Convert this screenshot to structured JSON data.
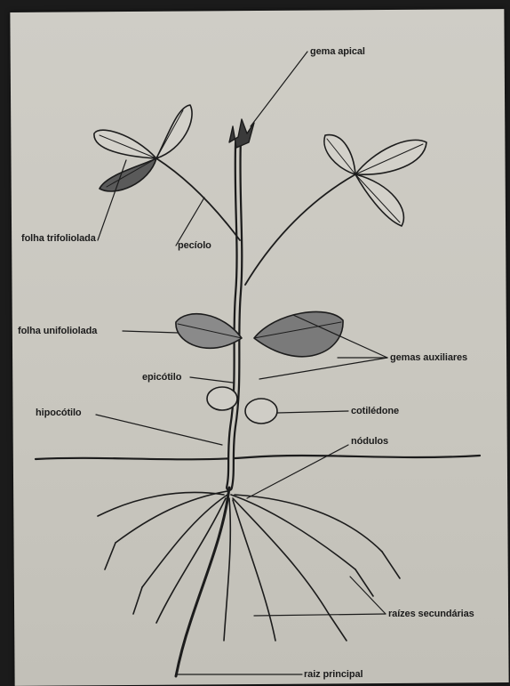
{
  "labels": {
    "gema_apical": "gema apical",
    "folha_trifoliolada": "folha trifoliolada",
    "peciolo": "pecíolo",
    "folha_unifoliolada": "folha unifoliolada",
    "gemas_axilares": "gemas auxiliares",
    "epicotilo": "epicótilo",
    "cotiledone": "cotilédone",
    "hipocotilo": "hipocótilo",
    "nodulos": "nódulos",
    "raizes_secundarias": "raízes secundárias",
    "raiz_principal": "raiz principal"
  },
  "colors": {
    "ink": "#1c1c1c",
    "paper": "#cbc9c1"
  }
}
